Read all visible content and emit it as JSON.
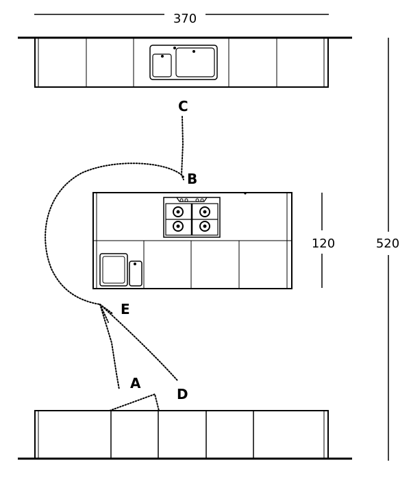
{
  "dimensions": {
    "width": "370",
    "island_depth": "120",
    "room_length": "520"
  },
  "points": {
    "a": "A",
    "b": "B",
    "c": "C",
    "d": "D",
    "e": "E"
  },
  "colors": {
    "ink": "#000000",
    "background": "#ffffff"
  }
}
